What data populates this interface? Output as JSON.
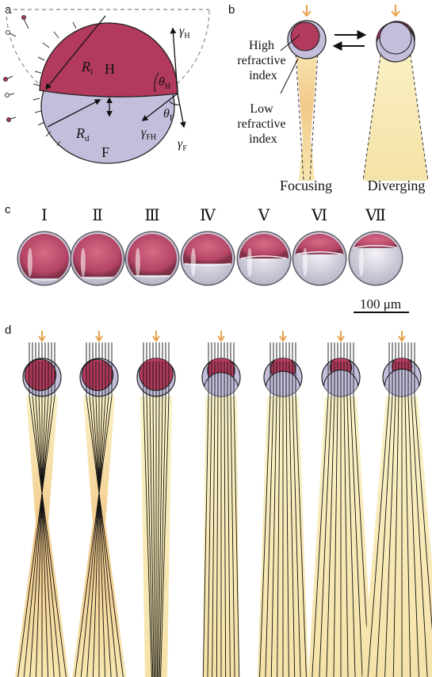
{
  "panels": {
    "a": "a",
    "b": "b",
    "c": "c",
    "d": "d"
  },
  "panel_a": {
    "R_i": "R",
    "R_i_sub": "i",
    "R_d": "R",
    "R_d_sub": "d",
    "phase_H": "H",
    "phase_F": "F",
    "theta_H": "θ",
    "theta_H_sub": "H",
    "theta_F": "θ",
    "theta_F_sub": "F",
    "gamma_H": "γ",
    "gamma_H_sub": "H",
    "gamma_FH": "γ",
    "gamma_FH_sub": "FH",
    "gamma_F": "γ",
    "gamma_F_sub": "F"
  },
  "panel_b": {
    "high_ri": [
      "High",
      "refractive",
      "index"
    ],
    "low_ri": [
      "Low",
      "refractive",
      "index"
    ],
    "focusing": "Focusing",
    "diverging": "Diverging"
  },
  "panel_c": {
    "numerals": [
      "Ⅰ",
      "Ⅱ",
      "Ⅲ",
      "Ⅳ",
      "Ⅴ",
      "Ⅵ",
      "Ⅶ"
    ],
    "scale_bar": "100 μm"
  },
  "colors": {
    "hydrocarbon": "#b23a5c",
    "fluorocarbon": "#c4bedc",
    "beam": "#f7eab0",
    "focus": "#e9a35e",
    "arrow": "#e8a04c"
  }
}
